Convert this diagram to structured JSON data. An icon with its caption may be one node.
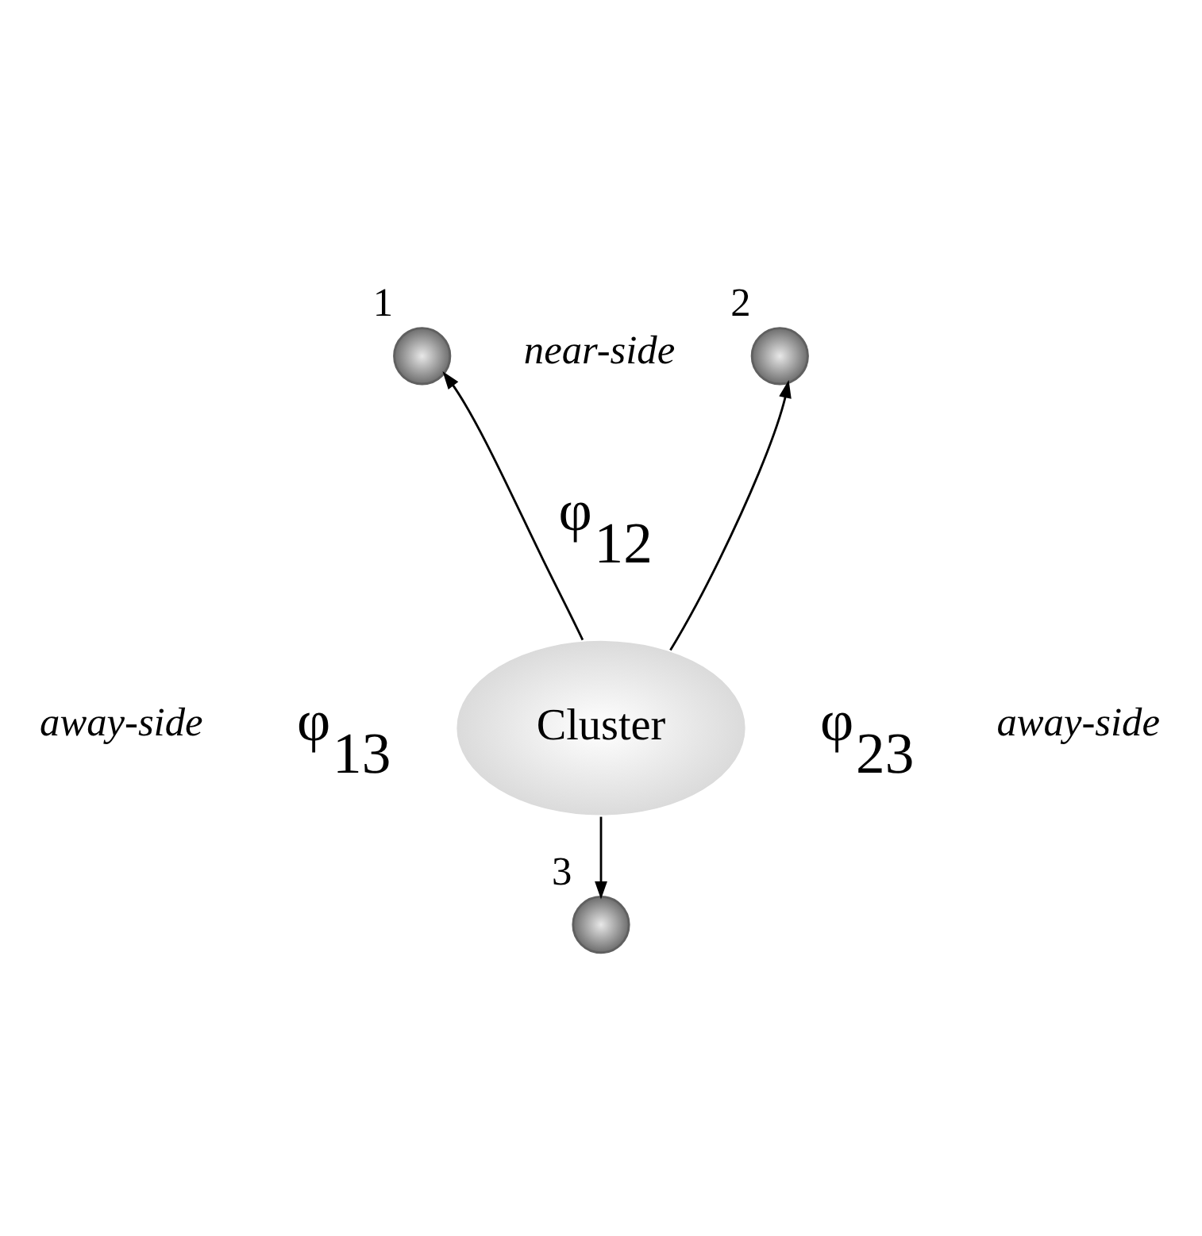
{
  "diagram": {
    "nodes": [
      {
        "text": [
          "Cluster"
        ]
      },
      {
        "text": [],
        "shape": "circle",
        "beside": [
          "1"
        ]
      },
      {
        "text": [],
        "shape": "circle",
        "beside": [
          "2"
        ]
      },
      {
        "text": [],
        "shape": "circle",
        "beside": [
          "3"
        ]
      }
    ],
    "edges": [
      {
        "from": 0,
        "to": 1,
        "arrow": "to"
      },
      {
        "from": 0,
        "to": 2,
        "arrow": "to"
      },
      {
        "from": 0,
        "to": 3,
        "arrow": "to"
      }
    ],
    "labels": [
      "near-side",
      "φ$_{12}$",
      "away-side",
      "φ$_{13}$",
      "φ$_{23}$",
      "away-side"
    ]
  }
}
